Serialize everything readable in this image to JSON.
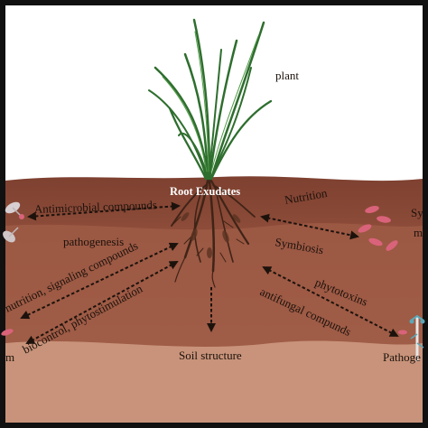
{
  "labels": {
    "plant": "plant",
    "root_exudates": "Root Exudates",
    "antimicrobial": "Antimicrobial compounds",
    "pathogenesis": "pathogenesis",
    "nutrition_signaling": "nutrition, signaling compounds",
    "biocontrol": "biocontrol, phytostimulation",
    "soil_structure": "Soil structure",
    "nutrition": "Nutrition",
    "symbiosis": "Symbiosis",
    "phytotoxins": "phytotoxins",
    "antifungal": "antifungal compunds",
    "left_edge": "m",
    "right_top_edge_1": "Sy",
    "right_top_edge_2": "mi",
    "right_bottom_edge": "Pathoge"
  },
  "colors": {
    "soil_top": "#8c4b38",
    "soil_mid": "#9d5a45",
    "soil_bottom": "#c8937a",
    "grass": "#2e6e2e",
    "roots": "#4a2a1a",
    "microbe": "#d9637a"
  }
}
